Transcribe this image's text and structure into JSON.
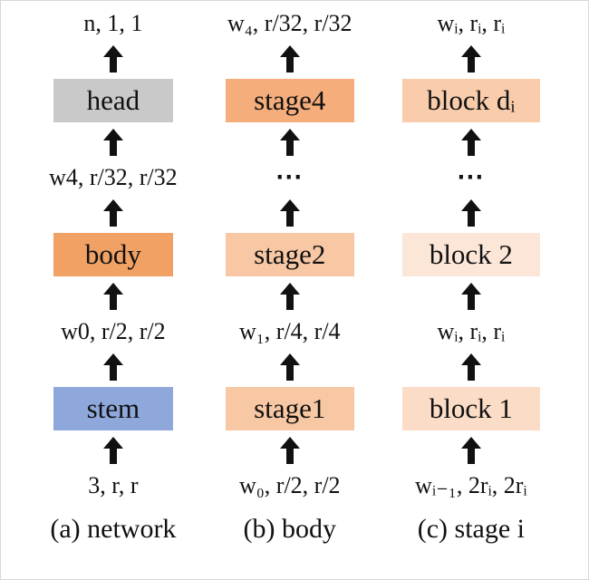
{
  "figure": {
    "columns": [
      {
        "caption": "(a) network",
        "texts": [
          "n, 1, 1",
          "w4, r/32, r/32",
          "w0, r/2, r/2",
          "3, r, r"
        ],
        "boxes": [
          {
            "text": "head",
            "color": "#c9c9c9"
          },
          {
            "text": "body",
            "color": "#f1a164"
          },
          {
            "text": "stem",
            "color": "#8fa8dc"
          }
        ]
      },
      {
        "caption": "(b) body",
        "texts": [
          "w₄, r/32, r/32",
          "⋯",
          "w₁, r/4, r/4",
          "w₀, r/2, r/2"
        ],
        "boxes": [
          {
            "text": "stage4",
            "color": "#f5ad7c"
          },
          {
            "text": "stage2",
            "color": "#f8c7a4"
          },
          {
            "text": "stage1",
            "color": "#f8c7a4"
          }
        ]
      },
      {
        "caption": "(c) stage i",
        "texts": [
          "wᵢ, rᵢ, rᵢ",
          "⋯",
          "wᵢ, rᵢ, rᵢ",
          "wᵢ₋₁, 2rᵢ, 2rᵢ"
        ],
        "boxes": [
          {
            "text": "block dᵢ",
            "color": "#f9ccab"
          },
          {
            "text": "block 2",
            "color": "#fce6d7"
          },
          {
            "text": "block 1",
            "color": "#fbdcc6"
          }
        ]
      }
    ]
  }
}
